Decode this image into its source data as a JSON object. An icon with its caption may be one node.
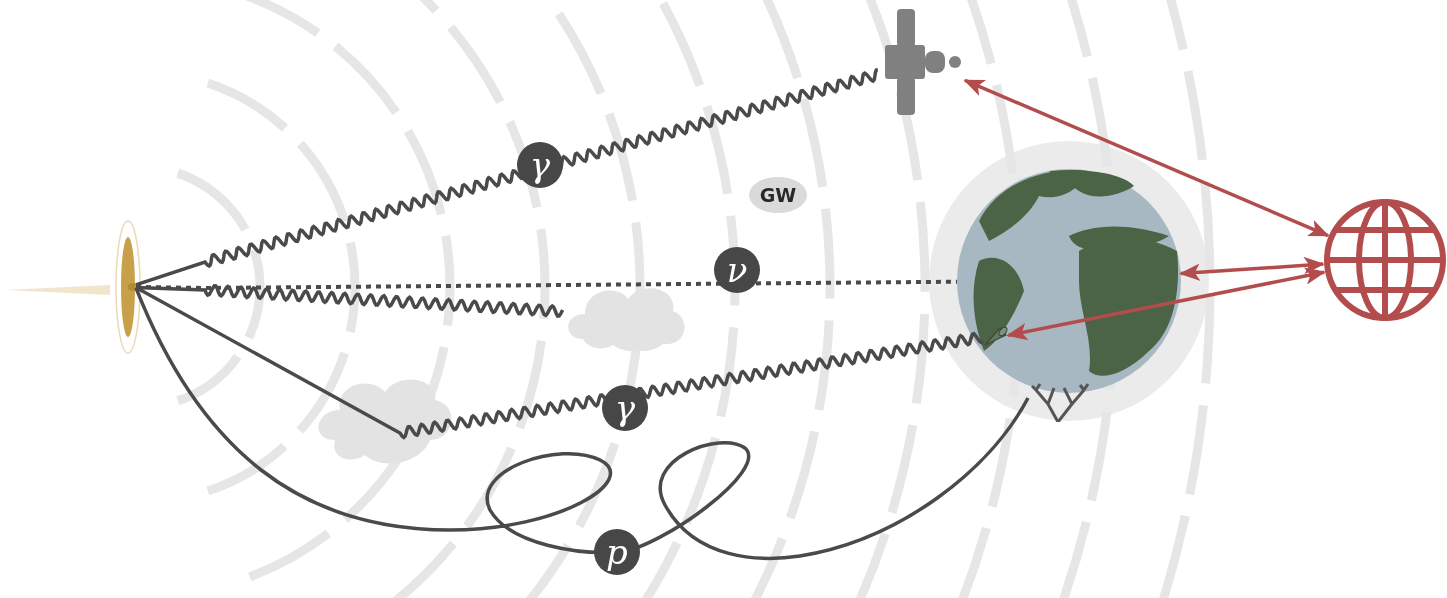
{
  "diagram": {
    "nodes": [
      {
        "text": [],
        "shape": "picture"
      },
      {
        "text": [],
        "shape": "picture"
      },
      {
        "text": [],
        "shape": "picture"
      },
      {
        "text": [],
        "shape": "picture"
      },
      {
        "text": [],
        "shape": "picture",
        "in": 2
      },
      {
        "text": [],
        "shape": "picture",
        "in": 2
      },
      {
        "text": [],
        "shape": "cloud"
      },
      {
        "text": [
          "GW"
        ]
      }
    ],
    "edges": [
      {
        "from": 0,
        "to": 1,
        "arrow": "none",
        "label": "γ"
      },
      {
        "from": 0,
        "to": 2,
        "arrow": "none",
        "label": "ν",
        "style": "dashed"
      },
      {
        "from": 0,
        "to": 6,
        "arrow": "none"
      },
      {
        "from": 0,
        "to": 4,
        "arrow": "none",
        "label": "γ"
      },
      {
        "from": 0,
        "to": 5,
        "arrow": "none",
        "label": "p"
      },
      {
        "from": 1,
        "to": 3,
        "arrow": "both",
        "color": "#b34d4d"
      },
      {
        "from": 2,
        "to": 3,
        "arrow": "both",
        "color": "#b34d4d"
      },
      {
        "from": 4,
        "to": 3,
        "arrow": "both",
        "color": "#b34d4d"
      }
    ]
  }
}
